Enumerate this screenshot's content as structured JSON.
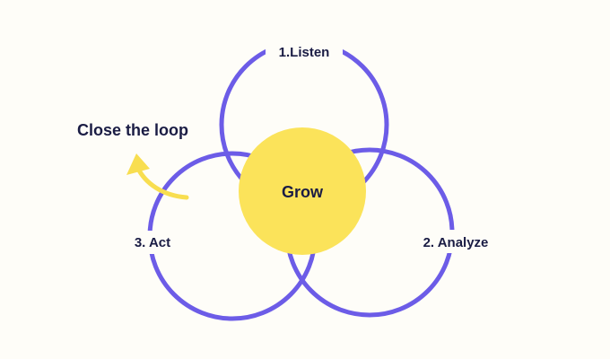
{
  "colors": {
    "background": "#fefdf8",
    "circle_stroke": "#6c5ce7",
    "center_fill": "#fbe35a",
    "arrow": "#f8de50",
    "text": "#1a1c44"
  },
  "diagram": {
    "center_label": "Grow",
    "circle_labels": {
      "listen": "1.Listen",
      "analyze": "2. Analyze",
      "act": "3. Act"
    },
    "callout": "Close the loop",
    "arrow_icon": "curved-arrow"
  }
}
